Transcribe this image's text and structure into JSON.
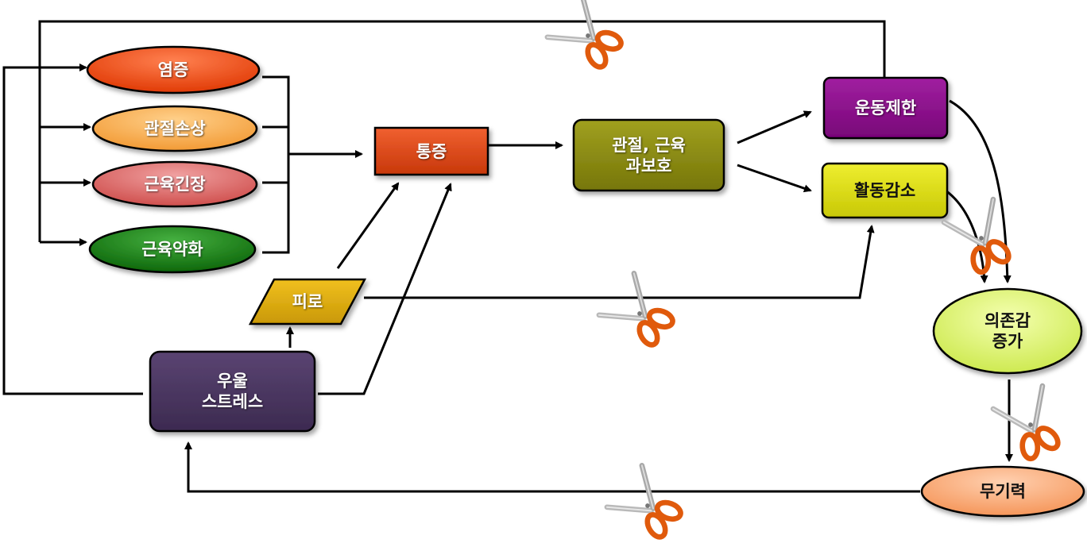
{
  "nodes": {
    "inflammation": {
      "label": "염증",
      "color": "#e8400a"
    },
    "joint_damage": {
      "label": "관절손상",
      "color": "#f5a44a"
    },
    "muscle_tension": {
      "label": "근육긴장",
      "color": "#d9605e"
    },
    "muscle_weakness": {
      "label": "근육약화",
      "color": "#157a12"
    },
    "pain": {
      "label": "통증",
      "color": "#d9420e"
    },
    "guarding": {
      "label": "관절, 근육\n과보호",
      "color": "#8a8a0f"
    },
    "movement_limit": {
      "label": "운동제한",
      "color": "#8a0a8a"
    },
    "activity_decrease": {
      "label": "활동감소",
      "color": "#d6d60a"
    },
    "fatigue": {
      "label": "피로",
      "color": "#d9a80c"
    },
    "depression_stress": {
      "label": "우울\n스트레스",
      "color": "#4a3560"
    },
    "dependence": {
      "label": "의존감\n증가",
      "color": "#d8f060"
    },
    "helplessness": {
      "label": "무기력",
      "color": "#f7a672"
    }
  },
  "scissors_icon": "scissors-icon"
}
